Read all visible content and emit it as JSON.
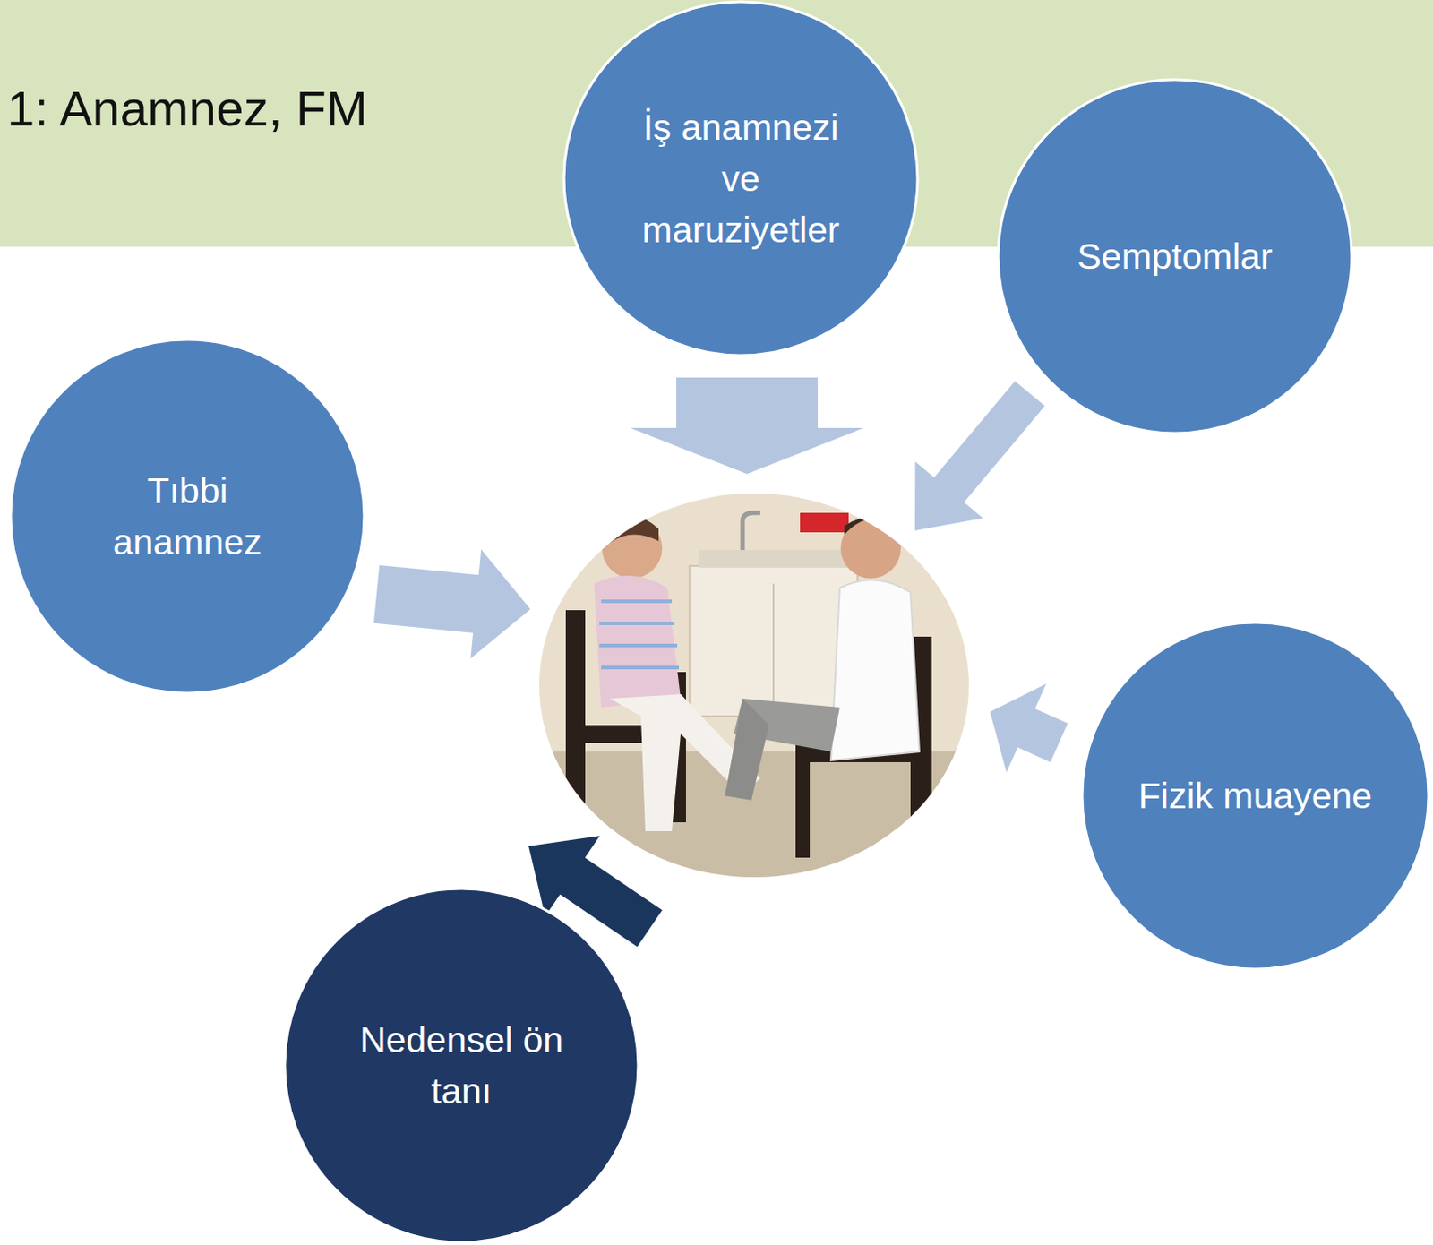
{
  "diagram": {
    "title": "1: Anamnez, FM",
    "nodes": [
      {
        "text": [
          "İş anamnezi ve maruziyetler"
        ]
      },
      {
        "text": [
          "Semptomlar"
        ]
      },
      {
        "text": [
          "Tıbbi anamnez"
        ]
      },
      {
        "text": [
          "Fizik muayene"
        ]
      },
      {
        "text": [
          "Nedensel ön tanı"
        ]
      }
    ]
  }
}
